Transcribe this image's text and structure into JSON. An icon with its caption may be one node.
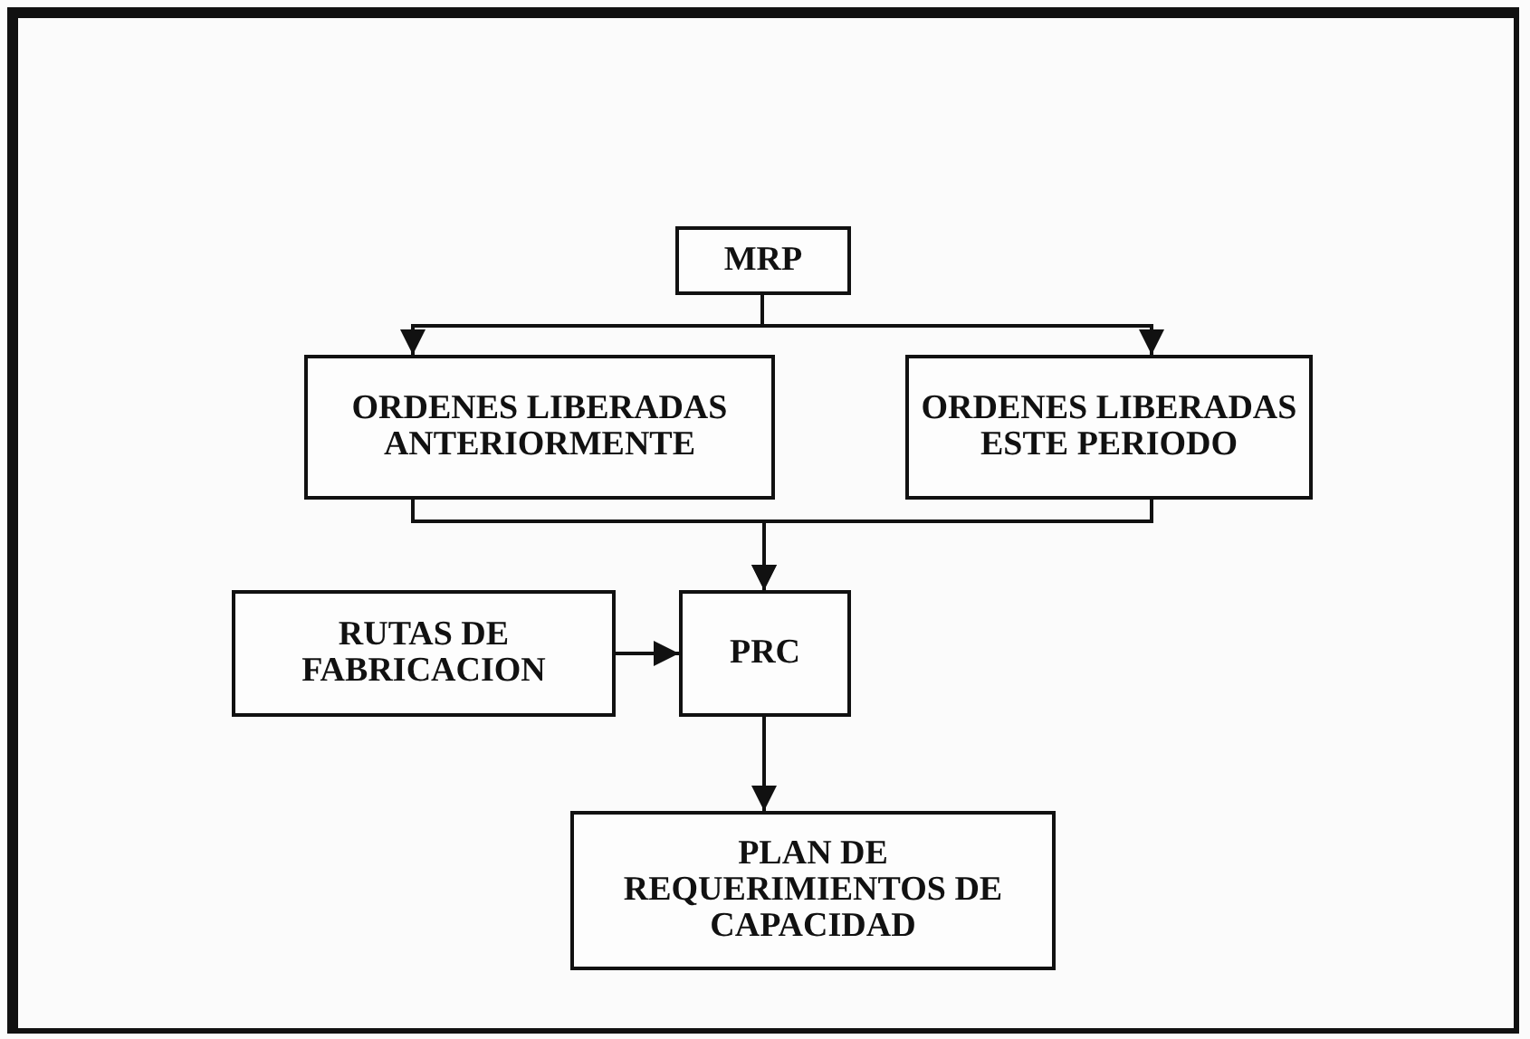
{
  "diagram": {
    "nodes": [
      {
        "text": [
          "MRP"
        ]
      },
      {
        "text": [
          "ORDENES LIBERADAS ANTERIORMENTE"
        ]
      },
      {
        "text": [
          "ORDENES LIBERADAS ESTE PERIODO"
        ]
      },
      {
        "text": [
          "RUTAS DE FABRICACION"
        ]
      },
      {
        "text": [
          "PRC"
        ]
      },
      {
        "text": [
          "PLAN DE REQUERIMIENTOS DE CAPACIDAD"
        ]
      }
    ],
    "edges": [
      {
        "from": 0,
        "to": 1,
        "arrow": "to"
      },
      {
        "from": 0,
        "to": 2,
        "arrow": "to"
      },
      {
        "from": 1,
        "to": 4,
        "arrow": "to"
      },
      {
        "from": 2,
        "to": 4,
        "arrow": "to"
      },
      {
        "from": 3,
        "to": 4,
        "arrow": "to"
      },
      {
        "from": 4,
        "to": 5,
        "arrow": "to"
      }
    ]
  }
}
